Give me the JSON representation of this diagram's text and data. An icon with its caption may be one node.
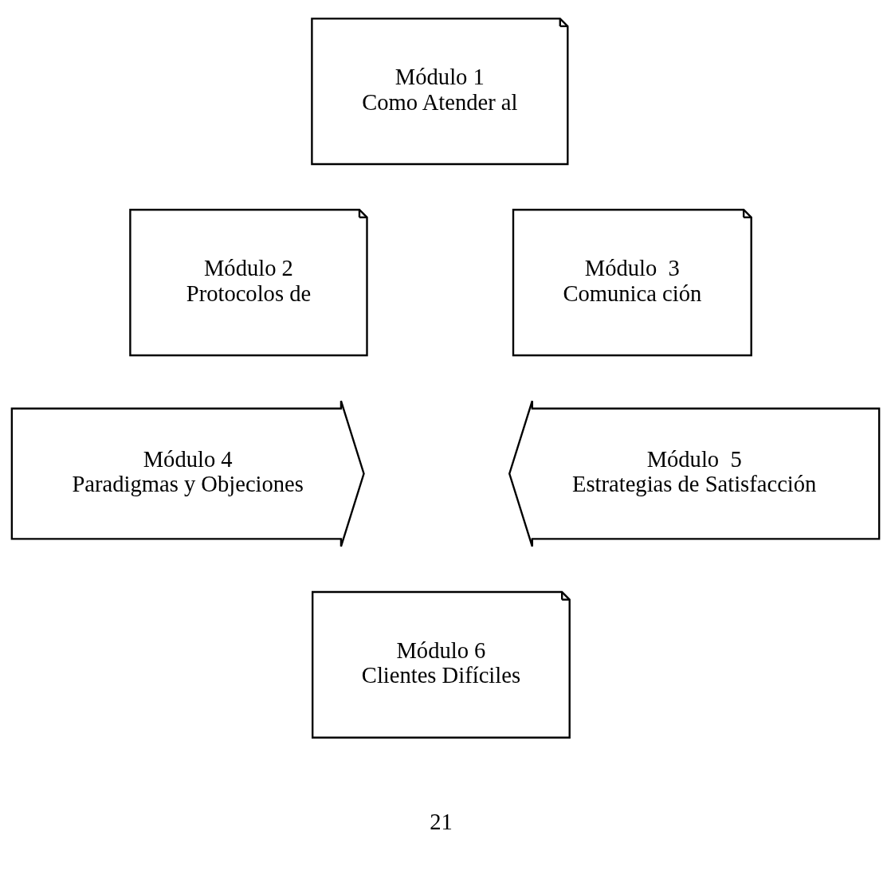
{
  "diagram": {
    "nodes": [
      {
        "text": [
          "Módulo 1",
          "Como Atender al"
        ]
      },
      {
        "text": [
          "Módulo 2",
          "Protocolos de"
        ]
      },
      {
        "text": [
          "Módulo  3",
          "Comunica ción"
        ]
      },
      {
        "text": [
          "Módulo 4",
          "Paradigmas y Objeciones"
        ]
      },
      {
        "text": [
          "Módulo  5",
          "Estrategias de Satisfacción"
        ]
      },
      {
        "text": [
          "Módulo 6",
          "Clientes Difíciles"
        ]
      }
    ],
    "labels": [
      "21"
    ]
  }
}
